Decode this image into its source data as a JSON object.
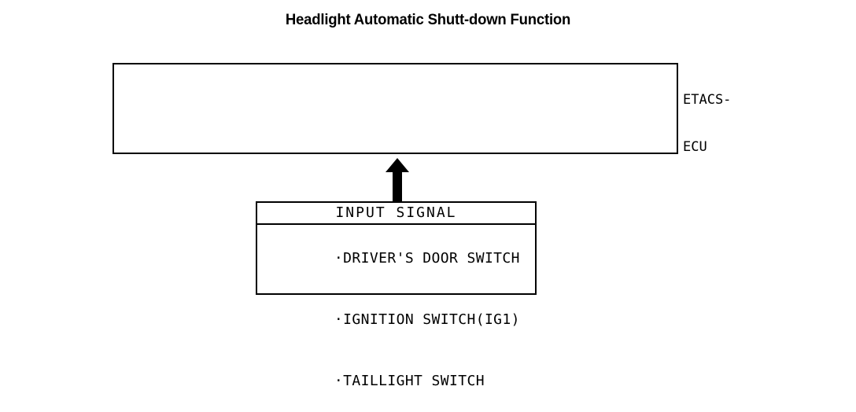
{
  "title": "Headlight Automatic Shutt-down Function",
  "ecu": {
    "name": "ETACS-ECU",
    "label_line1": "ETACS-",
    "label_line2": "ECU",
    "contents": ""
  },
  "arrow": {
    "name": "up-arrow",
    "direction": "up",
    "color": "#000000"
  },
  "input_signal": {
    "header": "INPUT SIGNAL",
    "bullet": "·",
    "items": [
      "DRIVER'S DOOR SWITCH",
      "IGNITION SWITCH(IG1)",
      "TAILLIGHT SWITCH"
    ]
  },
  "colors": {
    "background": "#ffffff",
    "line": "#000000",
    "text": "#000000"
  }
}
